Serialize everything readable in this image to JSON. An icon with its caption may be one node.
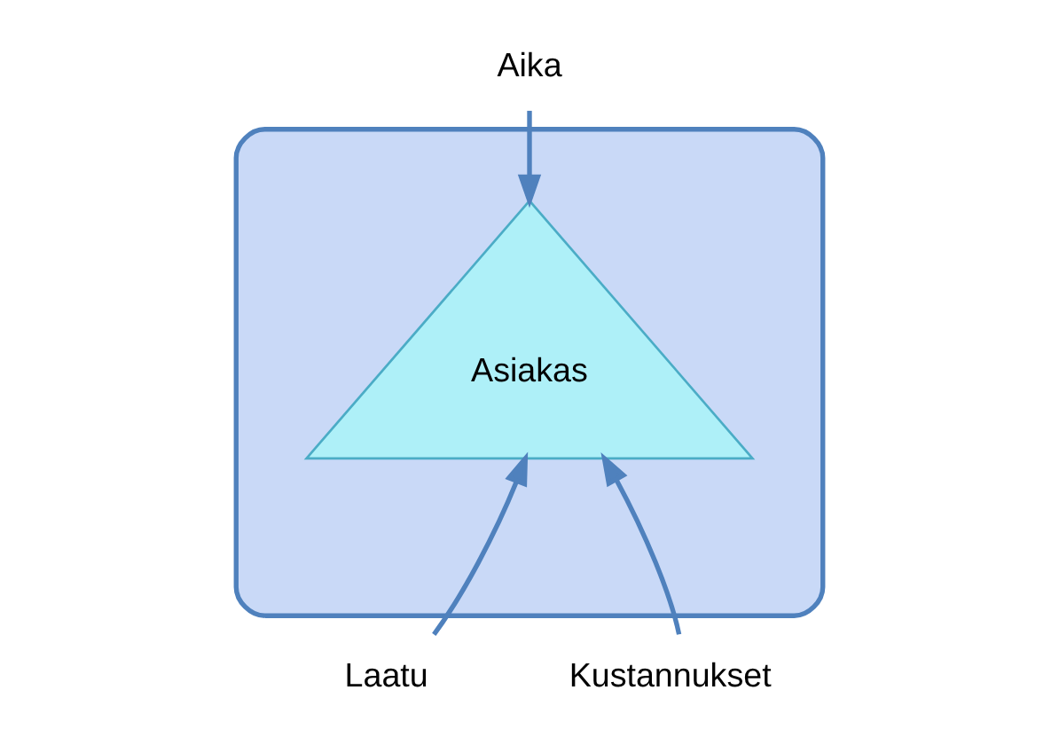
{
  "diagram": {
    "nodes": [
      {
        "text": [
          "Aika"
        ]
      },
      {
        "text": [],
        "shape": "triangle"
      },
      {
        "text": [
          "Asiakas"
        ],
        "in": 1
      },
      {
        "text": [
          "Laatu"
        ]
      },
      {
        "text": [
          "Kustannukset"
        ]
      }
    ],
    "edges": [
      {
        "from": 0,
        "to": 2,
        "arrow": "to"
      },
      {
        "from": 3,
        "to": 2,
        "arrow": "to"
      },
      {
        "from": 4,
        "to": 2,
        "arrow": "to"
      }
    ]
  }
}
